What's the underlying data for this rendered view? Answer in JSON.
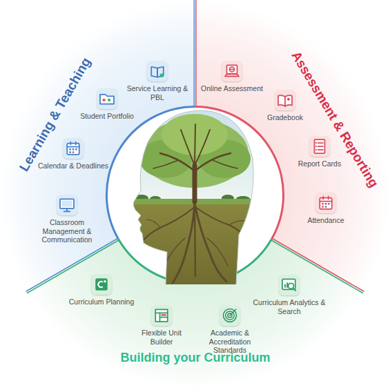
{
  "diagram": {
    "nodes": [
      {
        "text": [
          "Learning & Teaching"
        ]
      },
      {
        "text": [
          "Service Learning & PBL"
        ],
        "in": 0
      },
      {
        "text": [
          "Student Portfolio"
        ],
        "in": 0
      },
      {
        "text": [
          "Calendar & Deadlines"
        ],
        "in": 0
      },
      {
        "text": [
          "Classroom Management & Communication"
        ],
        "in": 0
      },
      {
        "text": [
          "Assessment & Reporting"
        ]
      },
      {
        "text": [
          "Online Assessment"
        ],
        "in": 5
      },
      {
        "text": [
          "Gradebook"
        ],
        "in": 5
      },
      {
        "text": [
          "Report Cards"
        ],
        "in": 5
      },
      {
        "text": [
          "Attendance"
        ],
        "in": 5
      },
      {
        "text": [
          "Building your Curriculum"
        ]
      },
      {
        "text": [
          "Curriculum Planning"
        ],
        "in": 10
      },
      {
        "text": [
          "Flexible Unit Builder"
        ],
        "in": 10
      },
      {
        "text": [
          "Academic & Accreditation Standards"
        ],
        "in": 10
      },
      {
        "text": [
          "Curriculum Analytics & Search"
        ],
        "in": 10
      }
    ]
  }
}
